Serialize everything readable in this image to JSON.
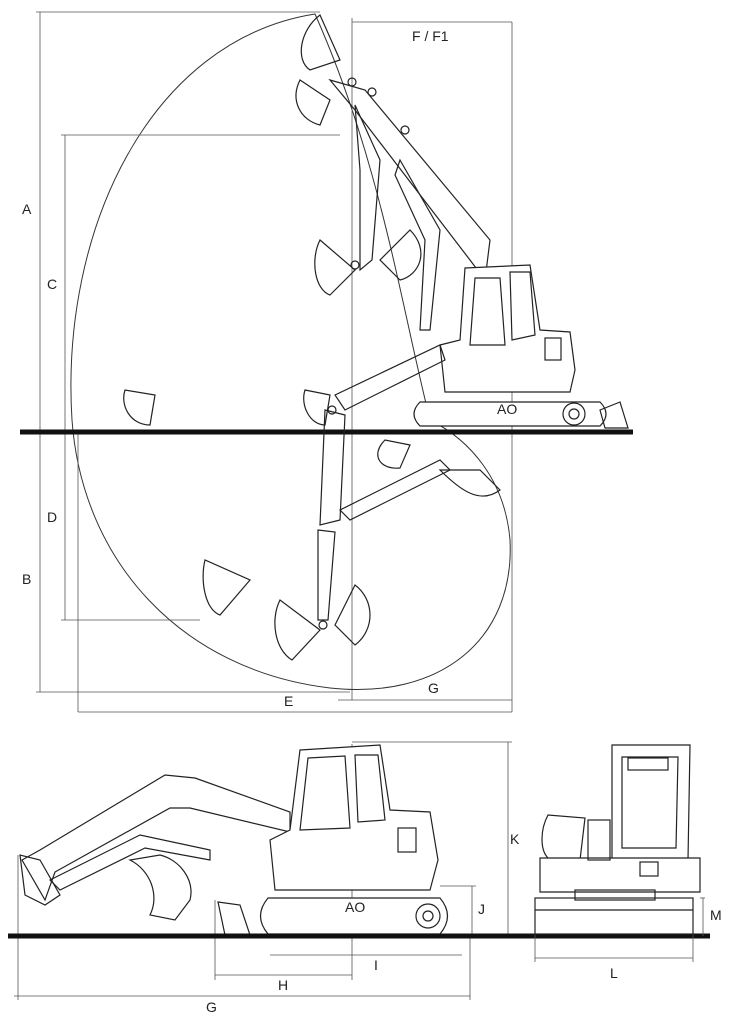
{
  "labels": {
    "A": "A",
    "B": "B",
    "C": "C",
    "D": "D",
    "E": "E",
    "F": "F / F1",
    "G_top": "G",
    "K": "K",
    "J": "J",
    "I": "I",
    "H": "H",
    "G_bottom": "G",
    "M": "M",
    "L": "L"
  },
  "track_brand": "AO"
}
